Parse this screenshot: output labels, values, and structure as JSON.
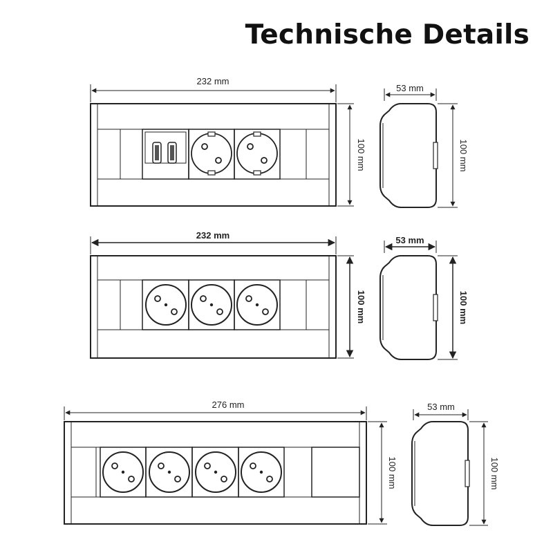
{
  "title": "Technische Details",
  "models": [
    {
      "width_label": "232 mm",
      "height_label": "100 mm",
      "depth_label": "53 mm",
      "side_height_label": "100 mm",
      "socket_type": "schuko",
      "modules": [
        "blank",
        "usb-dual",
        "schuko-socket",
        "schuko-socket",
        "blank"
      ]
    },
    {
      "width_label": "232 mm",
      "height_label": "100 mm",
      "depth_label": "53 mm",
      "side_height_label": "100 mm",
      "socket_type": "french",
      "modules": [
        "blank",
        "french-socket",
        "french-socket",
        "french-socket",
        "blank"
      ]
    },
    {
      "width_label": "276 mm",
      "height_label": "100 mm",
      "depth_label": "53 mm",
      "side_height_label": "100 mm",
      "socket_type": "french",
      "modules": [
        "blank",
        "french-socket",
        "french-socket",
        "french-socket",
        "french-socket",
        "blank"
      ]
    }
  ]
}
